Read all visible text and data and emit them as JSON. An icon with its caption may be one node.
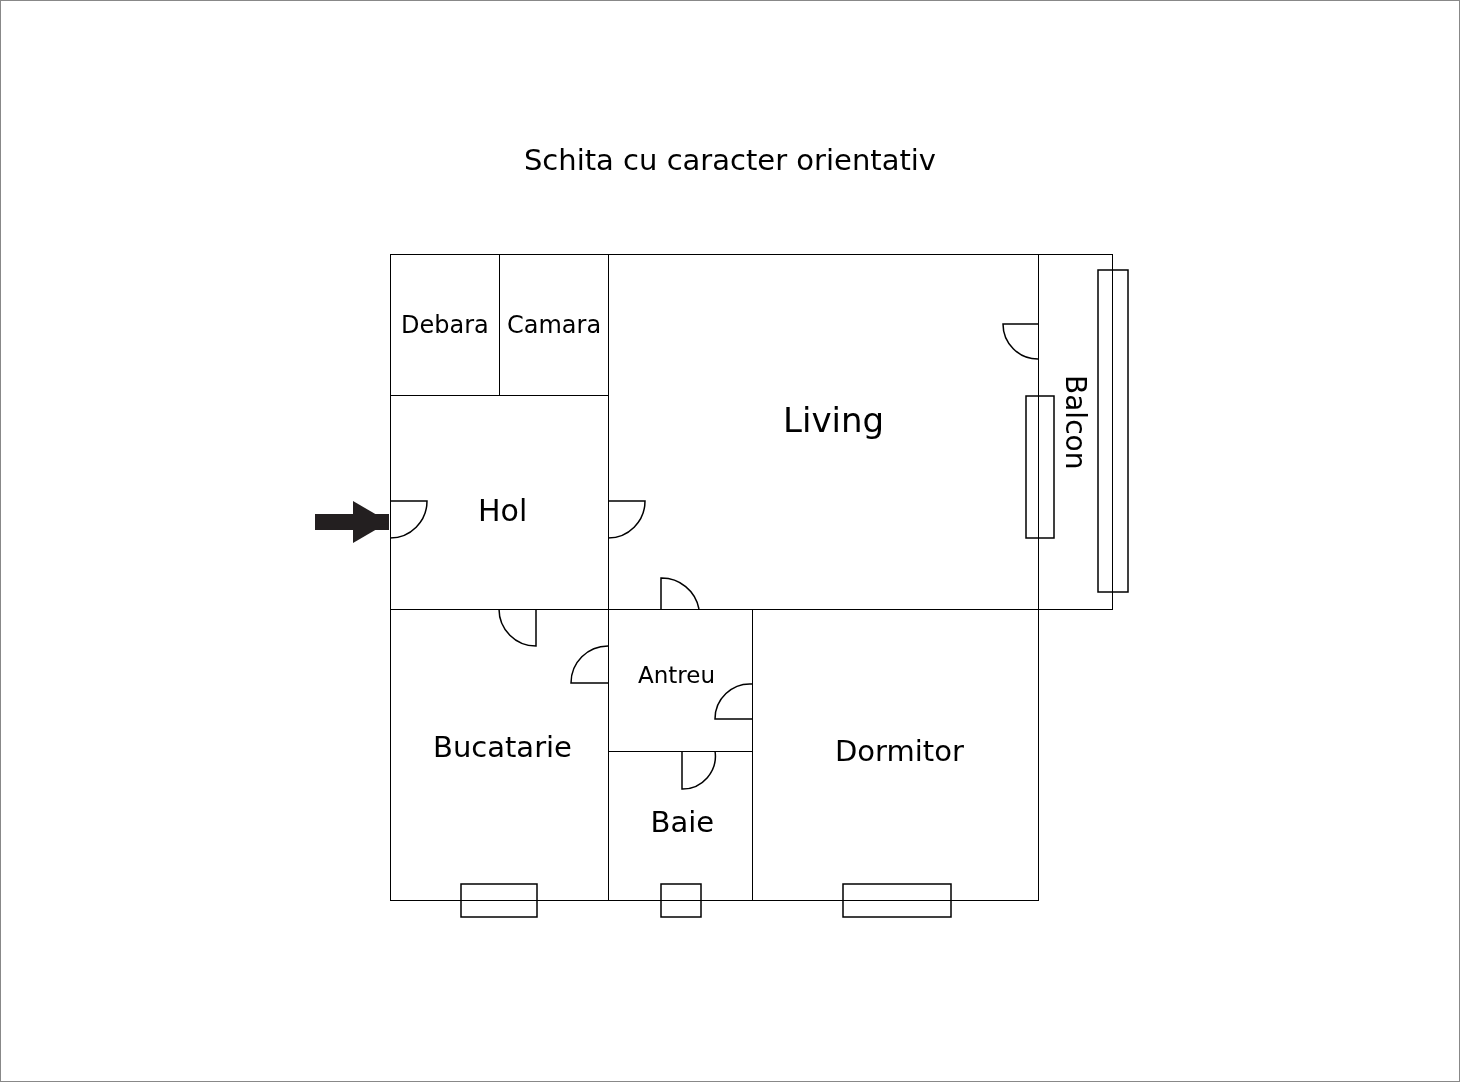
{
  "diagram": {
    "title": "Schita cu caracter orientativ",
    "nodes": [
      {
        "text": [
          "Debara"
        ]
      },
      {
        "text": [
          "Camara"
        ]
      },
      {
        "text": [
          "Living"
        ]
      },
      {
        "text": [
          "Balcon"
        ]
      },
      {
        "text": [
          "Hol"
        ]
      },
      {
        "text": [
          "Antreu"
        ]
      },
      {
        "text": [
          "Bucatarie"
        ]
      },
      {
        "text": [
          "Dormitor"
        ]
      },
      {
        "text": [
          "Baie"
        ]
      }
    ],
    "edges": [
      {
        "from": null,
        "to": 4,
        "arrow": "to"
      }
    ]
  }
}
